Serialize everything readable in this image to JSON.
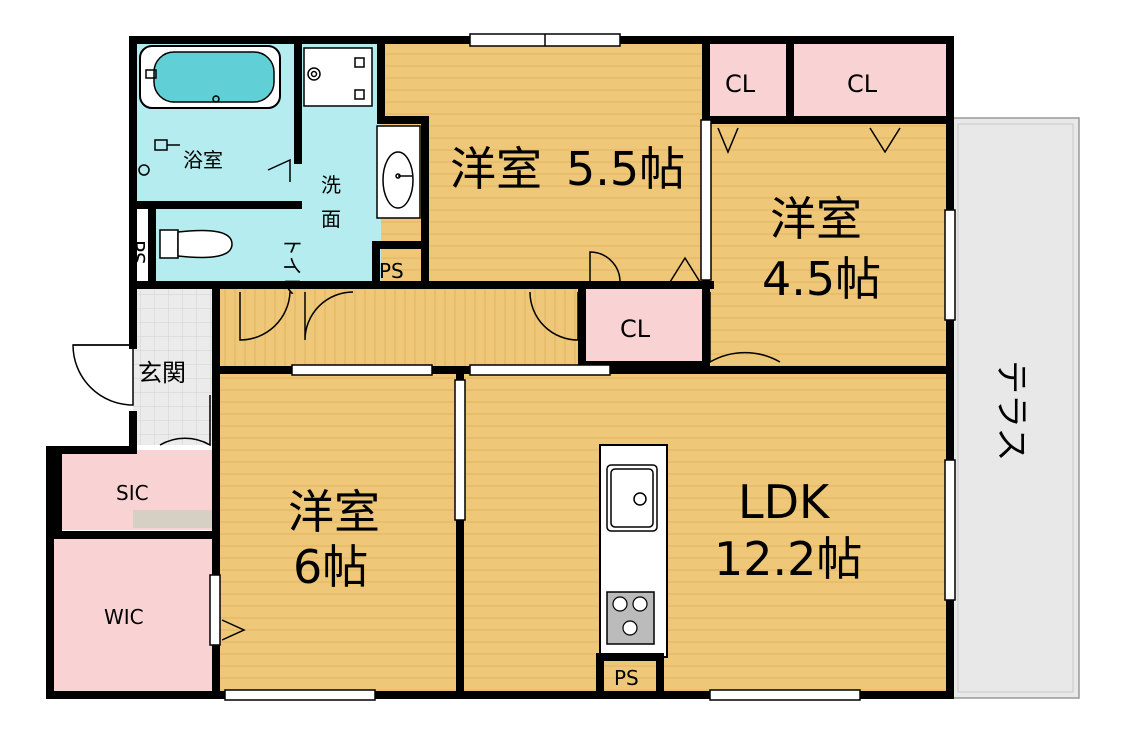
{
  "colors": {
    "wood": "#eec779",
    "wood_line": "#e2b45e",
    "wet": "#b4ecef",
    "closet": "#f9d3d4",
    "tile": "#e4e4e4",
    "terrace": "#e8e8e8",
    "wall": "#000000"
  },
  "rooms": {
    "bath": "浴室",
    "wash": "洗面",
    "toilet": "トイレ",
    "ps_left": "PS",
    "ps_wash": "PS",
    "ps_kitchen": "PS",
    "western_55_name": "洋室",
    "western_55_size": "5.5帖",
    "western_45_name": "洋室",
    "western_45_size": "4.5帖",
    "western_6_name": "洋室",
    "western_6_size": "6帖",
    "ldk_name": "LDK",
    "ldk_size": "12.2帖",
    "cl_top_left": "CL",
    "cl_top_right": "CL",
    "cl_center": "CL",
    "entrance": "玄関",
    "sic": "SIC",
    "wic": "WIC",
    "terrace": "テラス"
  },
  "icons": [
    "bathtub-icon",
    "faucet-icon",
    "washing-machine-pan-icon",
    "washbasin-icon",
    "toilet-icon",
    "sink-icon",
    "stove-icon",
    "door-swing-icon",
    "sliding-window-icon"
  ]
}
